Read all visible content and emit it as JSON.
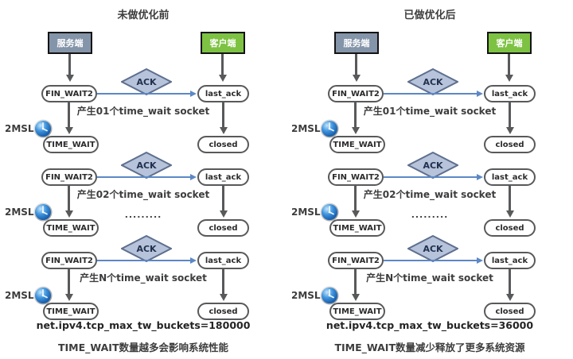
{
  "colors": {
    "server_fill": "#8494A9",
    "client_fill": "#7DC242",
    "actor_border": "#141414",
    "stadium_fill": "#ffffff",
    "stadium_border": "#58595B",
    "stadium_text": "#2b2b2b",
    "diamond_fill": "#B6C3DA",
    "diamond_border": "#5E6F8E",
    "arrow_gray": "#58595B",
    "arrow_blue": "#5C88C5",
    "text_dark": "#3D3D3D"
  },
  "diagrams": [
    {
      "title": "未做优化前",
      "server_label": "服务端",
      "client_label": "客户端",
      "msl_label": "2MSL",
      "dots": ".........",
      "rows": [
        {
          "left_state": "FIN_WAIT2",
          "ack": "ACK",
          "right_state": "last_ack",
          "note": "产生01个time_wait socket",
          "left_result": "TIME_WAIT",
          "right_result": "closed"
        },
        {
          "left_state": "FIN_WAIT2",
          "ack": "ACK",
          "right_state": "last_ack",
          "note": "产生02个time_wait socket",
          "left_result": "TIME_WAIT",
          "right_result": "closed"
        },
        {
          "left_state": "FIN_WAIT2",
          "ack": "ACK",
          "right_state": "last_ack",
          "note": "产生N个time_wait socket",
          "left_result": "TIME_WAIT",
          "right_result": "closed"
        }
      ],
      "sysctl": "net.ipv4.tcp_max_tw_buckets=180000",
      "caption": "TIME_WAIT数量越多会影响系统性能"
    },
    {
      "title": "已做优化后",
      "server_label": "服务端",
      "client_label": "客户端",
      "msl_label": "2MSL",
      "dots": ".........",
      "rows": [
        {
          "left_state": "FIN_WAIT2",
          "ack": "ACK",
          "right_state": "last_ack",
          "note": "产生01个time_wait socket",
          "left_result": "TIME_WAIT",
          "right_result": "closed"
        },
        {
          "left_state": "FIN_WAIT2",
          "ack": "ACK",
          "right_state": "last_ack",
          "note": "产生02个time_wait socket",
          "left_result": "TIME_WAIT",
          "right_result": "closed"
        },
        {
          "left_state": "FIN_WAIT2",
          "ack": "ACK",
          "right_state": "last_ack",
          "note": "产生N个time_wait socket",
          "left_result": "TIME_WAIT",
          "right_result": "closed"
        }
      ],
      "sysctl": "net.ipv4.tcp_max_tw_buckets=36000",
      "caption": "TIME_WAIT数量减少释放了更多系统资源"
    }
  ]
}
